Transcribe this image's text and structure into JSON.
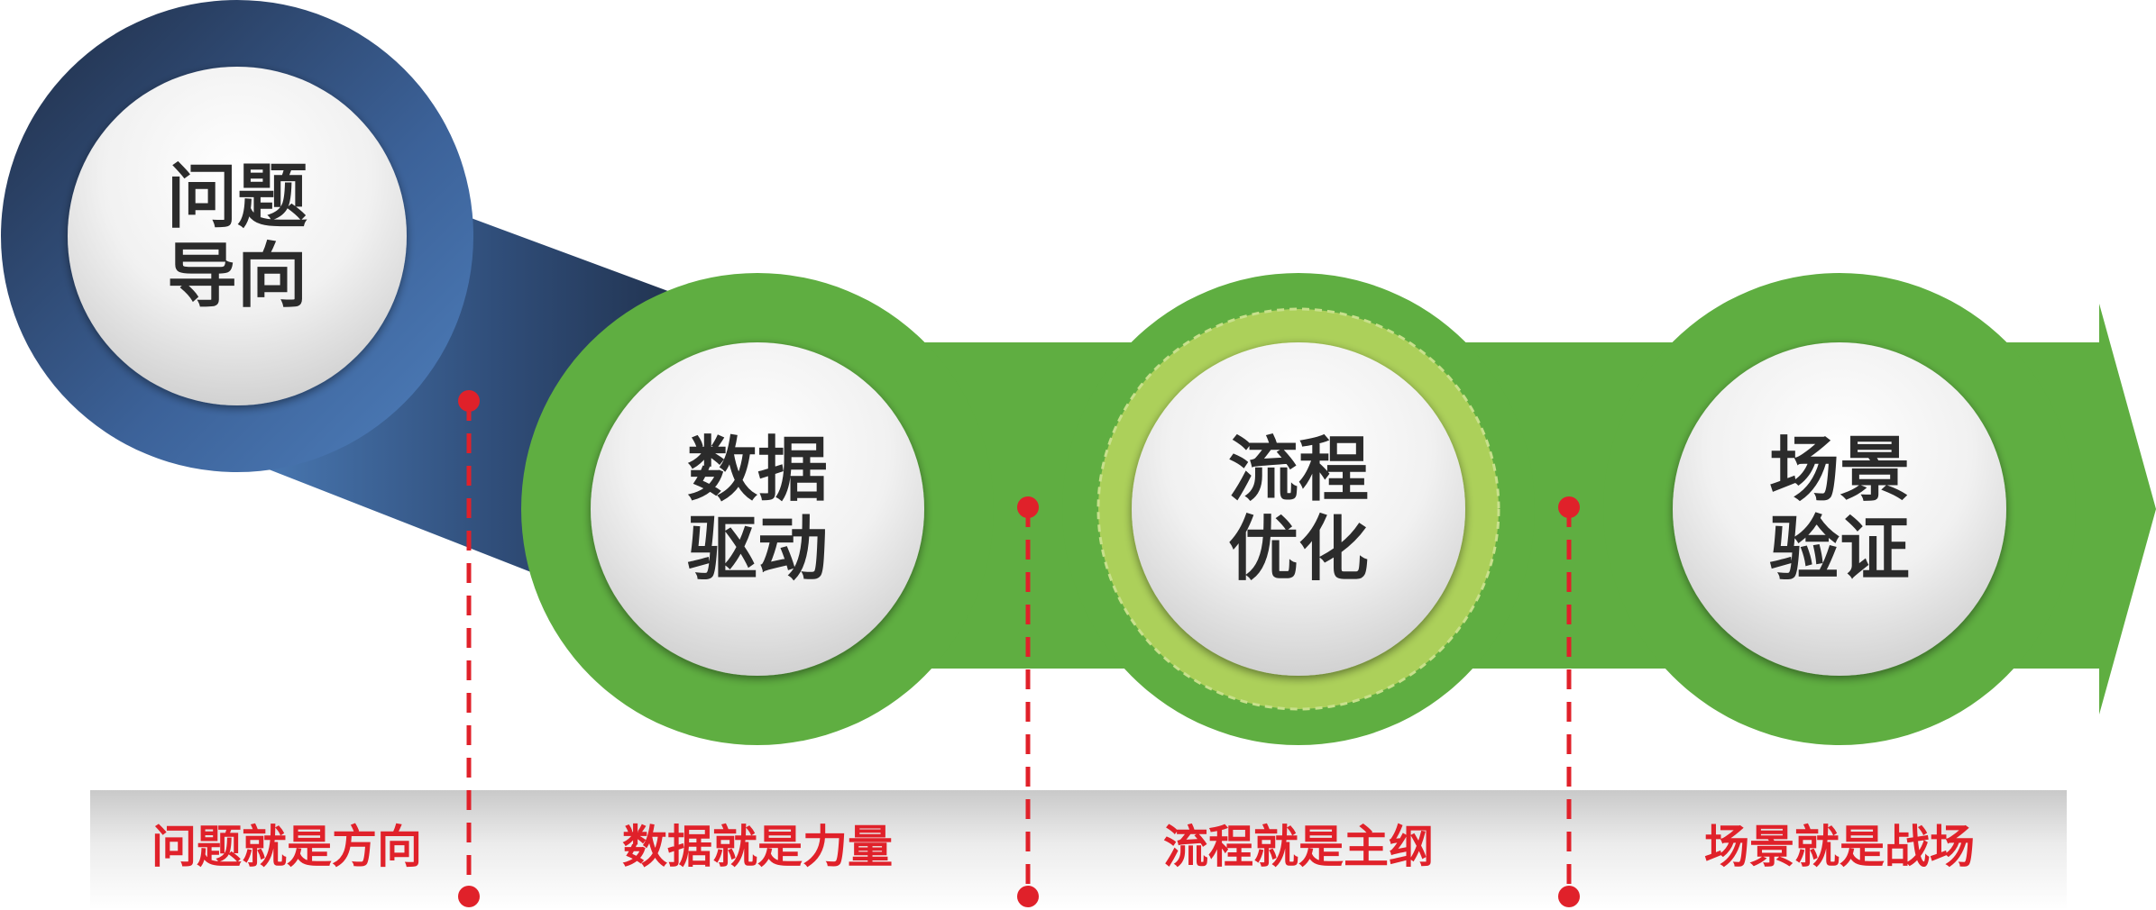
{
  "nodes": [
    {
      "id": "problem",
      "line1": "问题",
      "line2": "导向"
    },
    {
      "id": "data",
      "line1": "数据",
      "line2": "驱动"
    },
    {
      "id": "process",
      "line1": "流程",
      "line2": "优化"
    },
    {
      "id": "scenario",
      "line1": "场景",
      "line2": "验证"
    }
  ],
  "captions": [
    "问题就是方向",
    "数据就是力量",
    "流程就是主纲",
    "场景就是战场"
  ],
  "colors": {
    "arrow_green": "#5fae41",
    "ring_light_green": "#acd05a",
    "navy_dark": "#22324d",
    "navy_light": "#4674ae",
    "marker_red": "#e0212a",
    "node_text": "#2b2b2b",
    "caption_text": "#e0212a"
  }
}
